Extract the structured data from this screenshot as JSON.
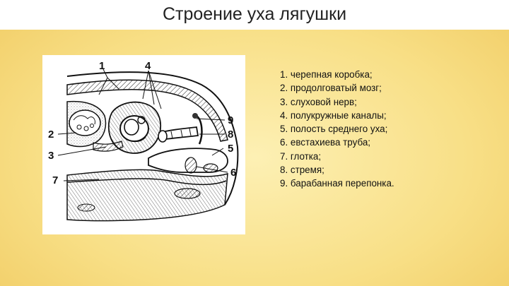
{
  "slide": {
    "title": "Строение уха лягушки"
  },
  "figure": {
    "callouts": [
      "1",
      "2",
      "3",
      "4",
      "5",
      "6",
      "7",
      "8",
      "9"
    ]
  },
  "legend": [
    "1. черепная коробка;",
    "2. продолговатый мозг;",
    "3. слуховой нерв;",
    "4. полукружные каналы;",
    "5. полость среднего уха;",
    "6. евстахиева труба;",
    "7. глотка;",
    "8. стремя;",
    "9. барабанная перепонка."
  ]
}
